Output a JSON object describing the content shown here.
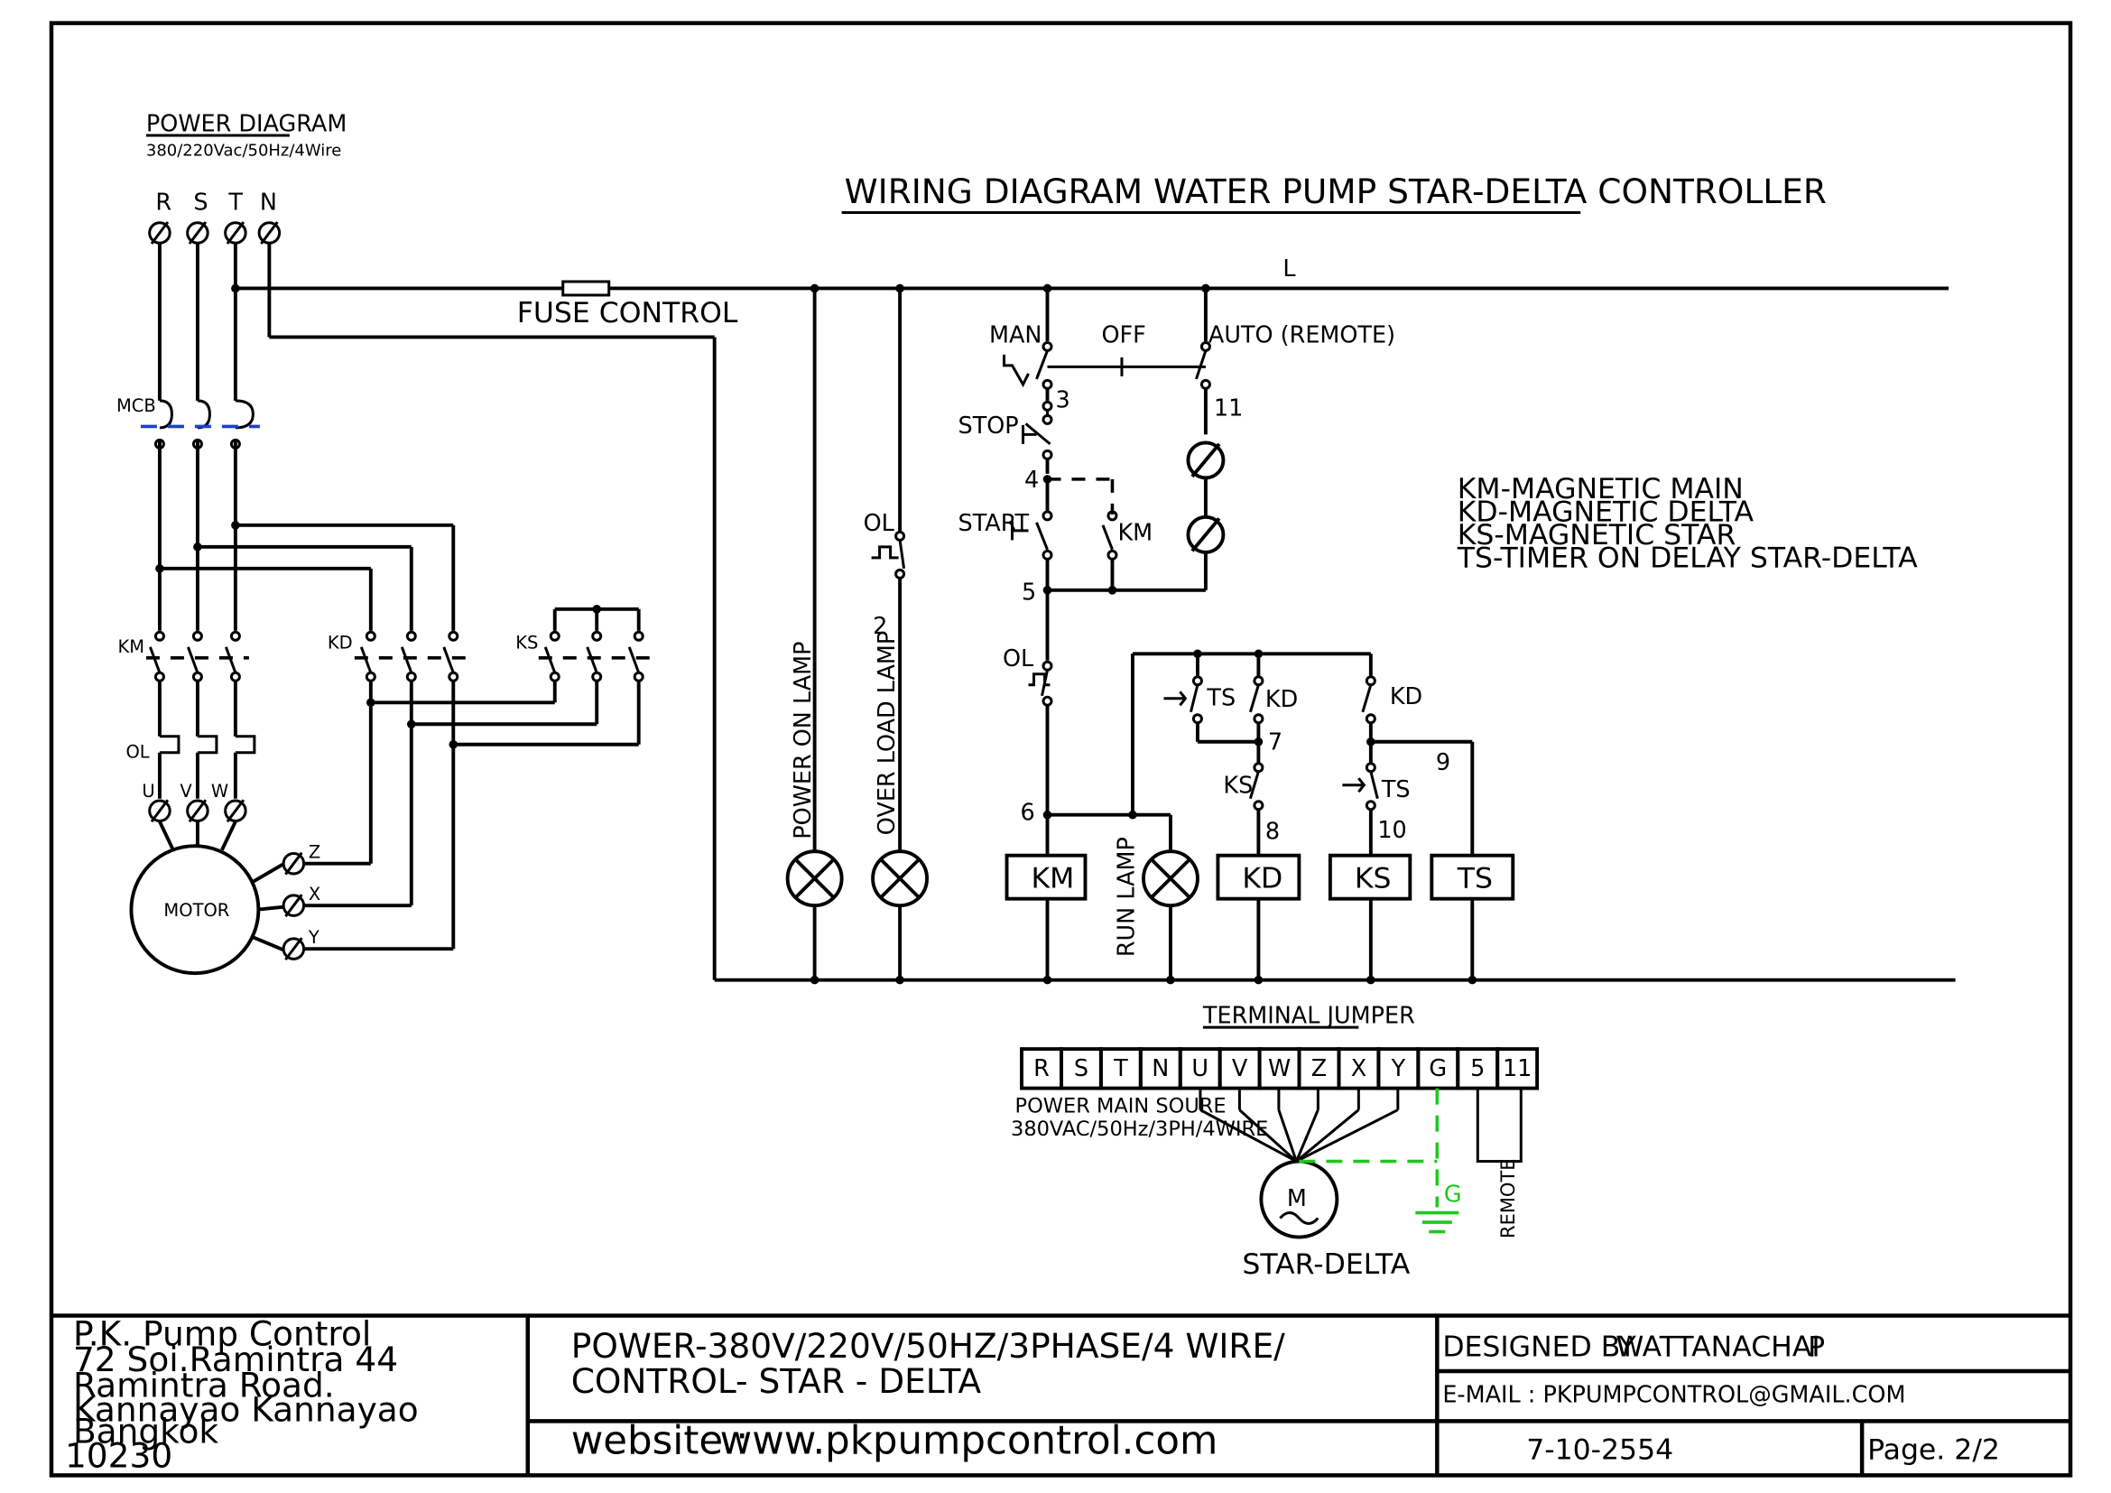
{
  "diagram": {
    "title": "WIRING DIAGRAM  WATER PUMP STAR-DELTA  CONTROLLER",
    "power_diagram": {
      "title": "POWER DIAGRAM",
      "spec": "380/220Vac/50Hz/4Wire"
    },
    "phases": [
      "R",
      "S",
      "T",
      "N"
    ],
    "labels": {
      "fuse": "FUSE CONTROL",
      "line": "L",
      "mcb": "MCB",
      "km": "KM",
      "kd": "KD",
      "ks": "KS",
      "ol": "OL",
      "ts": "TS",
      "u": "U",
      "v": "V",
      "w": "W",
      "z": "Z",
      "x": "X",
      "y": "Y",
      "motor": "MOTOR",
      "man": "MAN",
      "off": "OFF",
      "auto": "AUTO (REMOTE)",
      "stop": "STOP",
      "start": "START",
      "power_on_lamp": "POWER ON LAMP",
      "over_load_lamp": "OVER LOAD LAMP",
      "run_lamp": "RUN LAMP"
    },
    "wire_numbers": [
      "2",
      "3",
      "4",
      "5",
      "6",
      "7",
      "8",
      "9",
      "10",
      "11"
    ],
    "coils": [
      "KM",
      "KD",
      "KS",
      "TS"
    ],
    "legend": [
      "KM-MAGNETIC MAIN",
      "KD-MAGNETIC DELTA",
      "KS-MAGNETIC STAR",
      "TS-TIMER ON DELAY STAR-DELTA"
    ],
    "terminal": {
      "title": "TERMINAL JUMPER",
      "cells": [
        "R",
        "S",
        "T",
        "N",
        "U",
        "V",
        "W",
        "Z",
        "X",
        "Y",
        "G",
        "5",
        "11"
      ],
      "power_main": "POWER MAIN SOURE",
      "power_spec": "380VAC/50Hz/3PH/4WIRE",
      "motor_symbol": "M",
      "ground": "G",
      "remote": "REMOTE",
      "star_delta": "STAR-DELTA"
    }
  },
  "title_block": {
    "company": "P.K. Pump Control",
    "address": [
      "72  Soi.Ramintra 44",
      "Ramintra Road.",
      "Kannayao  Kannayao",
      "Bangkok",
      "10230"
    ],
    "spec_line1": "POWER-380V/220V/50HZ/3PHASE/4 WIRE/",
    "spec_line2": "CONTROL- STAR - DELTA",
    "website_label": "website :",
    "website": "www.pkpumpcontrol.com",
    "designed_by_label": "DESIGNED BY",
    "designer": "WATTANACHAI",
    "designer_initial": "P",
    "email": "E-MAIL : PKPUMPCONTROL@GMAIL.COM",
    "date": "7-10-2554",
    "page": "Page. 2/2"
  }
}
